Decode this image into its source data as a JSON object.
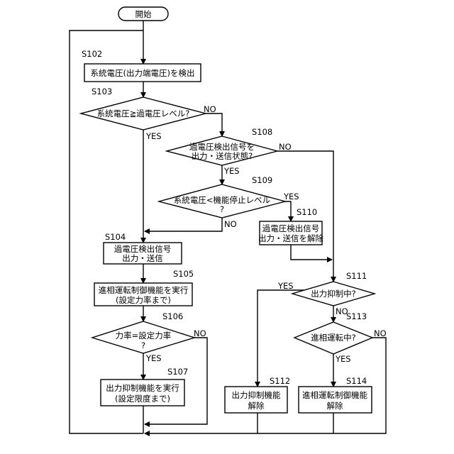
{
  "start": "開始",
  "steps": {
    "s102": {
      "id": "S102",
      "lines": [
        "系統電圧(出力端電圧)を検出"
      ]
    },
    "s103": {
      "id": "S103",
      "lines": [
        "系統電圧≧過電圧レベル?"
      ]
    },
    "s104": {
      "id": "S104",
      "lines": [
        "過電圧検出信号",
        "出力・送信"
      ]
    },
    "s105": {
      "id": "S105",
      "lines": [
        "進相運転制御機能を実行",
        "(設定力率まで)"
      ]
    },
    "s106": {
      "id": "S106",
      "lines": [
        "力率=設定力率",
        "?"
      ]
    },
    "s107": {
      "id": "S107",
      "lines": [
        "出力抑制機能を実行",
        "(設定限度まで)"
      ]
    },
    "s108": {
      "id": "S108",
      "lines": [
        "過電圧検出信号を",
        "出力・送信状態?"
      ]
    },
    "s109": {
      "id": "S109",
      "lines": [
        "系統電圧<機能停止レベル",
        "?"
      ]
    },
    "s110": {
      "id": "S110",
      "lines": [
        "過電圧検出信号",
        "出力・送信を解除"
      ]
    },
    "s111": {
      "id": "S111",
      "lines": [
        "出力抑制中?"
      ]
    },
    "s112": {
      "id": "S112",
      "lines": [
        "出力抑制機能",
        "解除"
      ]
    },
    "s113": {
      "id": "S113",
      "lines": [
        "進相運転中?"
      ]
    },
    "s114": {
      "id": "S114",
      "lines": [
        "進相運転制御機能",
        "解除"
      ]
    }
  },
  "branch_labels": {
    "yes": "YES",
    "no": "NO"
  }
}
